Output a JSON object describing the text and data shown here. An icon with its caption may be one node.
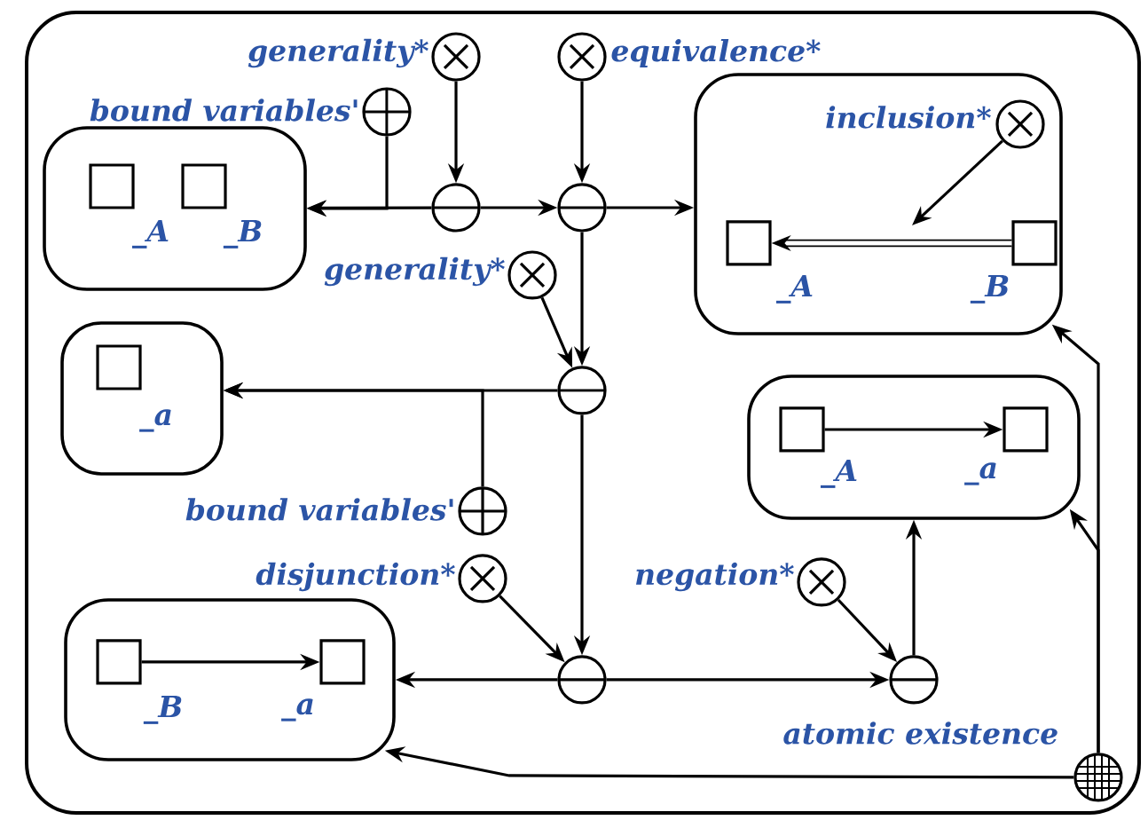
{
  "diagram": {
    "nodes": [
      {
        "text": [],
        "shape": "box"
      },
      {
        "text": [],
        "shape": "box",
        "in": 0
      },
      {
        "text": [],
        "shape": "box",
        "in": 1,
        "beside": [
          "_A"
        ]
      },
      {
        "text": [],
        "shape": "box",
        "in": 1,
        "beside": [
          "_B"
        ]
      },
      {
        "text": [],
        "shape": "box",
        "in": 0
      },
      {
        "text": [],
        "shape": "circle",
        "in": 4,
        "beside": [
          "inclusion*"
        ]
      },
      {
        "text": [],
        "shape": "box",
        "in": 4,
        "beside": [
          "_A"
        ]
      },
      {
        "text": [],
        "shape": "box",
        "in": 4,
        "beside": [
          "_B"
        ]
      },
      {
        "text": [],
        "shape": "box",
        "in": 0
      },
      {
        "text": [],
        "shape": "box",
        "in": 8,
        "beside": [
          "_a"
        ]
      },
      {
        "text": [],
        "shape": "box",
        "in": 0
      },
      {
        "text": [],
        "shape": "box",
        "in": 10,
        "beside": [
          "_A"
        ]
      },
      {
        "text": [],
        "shape": "box",
        "in": 10,
        "beside": [
          "_a"
        ]
      },
      {
        "text": [],
        "shape": "box",
        "in": 0
      },
      {
        "text": [],
        "shape": "box",
        "in": 13,
        "beside": [
          "_B"
        ]
      },
      {
        "text": [],
        "shape": "box",
        "in": 13,
        "beside": [
          "_a"
        ]
      },
      {
        "text": [],
        "shape": "circle",
        "in": 0
      },
      {
        "text": [],
        "shape": "circle",
        "in": 0
      },
      {
        "text": [],
        "shape": "circle",
        "in": 0
      },
      {
        "text": [],
        "shape": "circle",
        "in": 0
      },
      {
        "text": [],
        "shape": "circle",
        "in": 0,
        "beside": [
          "atomic existence"
        ]
      },
      {
        "text": [],
        "shape": "circle",
        "in": 0,
        "beside": [
          "generality*"
        ]
      },
      {
        "text": [],
        "shape": "circle",
        "in": 0,
        "beside": [
          "equivalence*"
        ]
      },
      {
        "text": [],
        "shape": "circle",
        "in": 0,
        "beside": [
          "bound variables'"
        ]
      },
      {
        "text": [],
        "shape": "circle",
        "in": 0,
        "beside": [
          "generality*"
        ]
      },
      {
        "text": [],
        "shape": "circle",
        "in": 0,
        "beside": [
          "bound variables'"
        ]
      },
      {
        "text": [],
        "shape": "circle",
        "in": 0,
        "beside": [
          "disjunction*"
        ]
      },
      {
        "text": [],
        "shape": "circle",
        "in": 0,
        "beside": [
          "negation*"
        ]
      },
      {
        "text": [],
        "shape": "circle",
        "in": 0
      }
    ],
    "edges": [
      {
        "from": 21,
        "to": 16,
        "arrow": "to"
      },
      {
        "from": 22,
        "to": 17,
        "arrow": "to"
      },
      {
        "from": 16,
        "to": 17,
        "arrow": "to"
      },
      {
        "from": 16,
        "to": 1,
        "arrow": "to"
      },
      {
        "from": 23,
        "to": 1,
        "arrow": "to"
      },
      {
        "from": 17,
        "to": 4,
        "arrow": "to"
      },
      {
        "from": 17,
        "to": 18,
        "arrow": "to"
      },
      {
        "from": 24,
        "to": 18,
        "arrow": "to"
      },
      {
        "from": 18,
        "to": 8,
        "arrow": "to"
      },
      {
        "from": 25,
        "to": 8,
        "arrow": "to"
      },
      {
        "from": 18,
        "to": 19,
        "arrow": "to"
      },
      {
        "from": 26,
        "to": 19,
        "arrow": "to"
      },
      {
        "from": 19,
        "to": 13,
        "arrow": "to"
      },
      {
        "from": 19,
        "to": 20,
        "arrow": "to"
      },
      {
        "from": 27,
        "to": 20,
        "arrow": "to"
      },
      {
        "from": 20,
        "to": 10,
        "arrow": "to"
      },
      {
        "from": 28,
        "to": 4,
        "arrow": "to"
      },
      {
        "from": 28,
        "to": 10,
        "arrow": "to"
      },
      {
        "from": 28,
        "to": 13,
        "arrow": "to"
      },
      {
        "from": 5,
        "to": null,
        "arrow": "to"
      },
      {
        "from": 7,
        "to": 6,
        "arrow": "to",
        "style": "thick"
      },
      {
        "from": 11,
        "to": 12,
        "arrow": "to"
      },
      {
        "from": 14,
        "to": 15,
        "arrow": "to"
      }
    ]
  }
}
